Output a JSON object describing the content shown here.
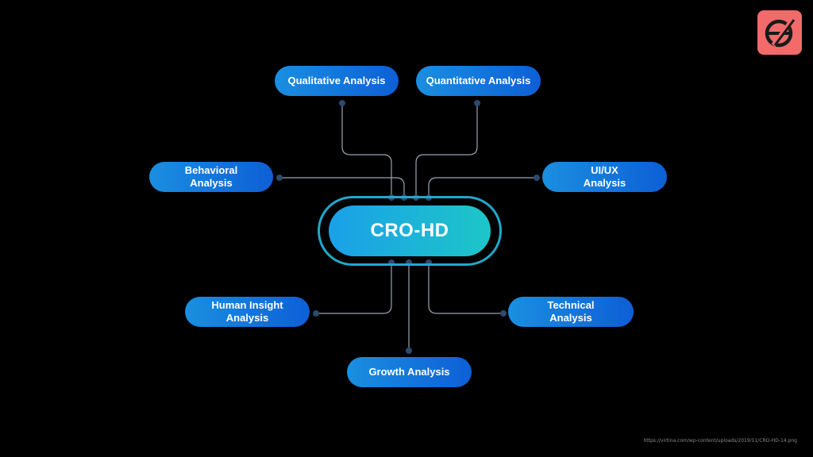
{
  "center": {
    "label": "CRO-HD"
  },
  "nodes": {
    "qualitative": "Qualitative Analysis",
    "quantitative": "Quantitative Analysis",
    "behavioral": "Behavioral\nAnalysis",
    "uiux": "UI/UX\nAnalysis",
    "human_insight": "Human Insight\nAnalysis",
    "technical": "Technical\nAnalysis",
    "growth": "Growth Analysis"
  },
  "credit": "https://virtina.com/wp-content/uploads/2019/11/CRO-HD-14.png",
  "colors": {
    "background": "#000000",
    "node_start": "#1a8fe0",
    "node_end": "#0d5fd6",
    "center_start": "#1aa0e8",
    "center_end": "#1dc6c8",
    "ring": "#1fa9cc",
    "wire": "#9aa4b0",
    "dot": "#2b4a6e",
    "logo_bg": "#f26a6a"
  },
  "logo": {
    "icon": "e-slash-logo-icon"
  }
}
